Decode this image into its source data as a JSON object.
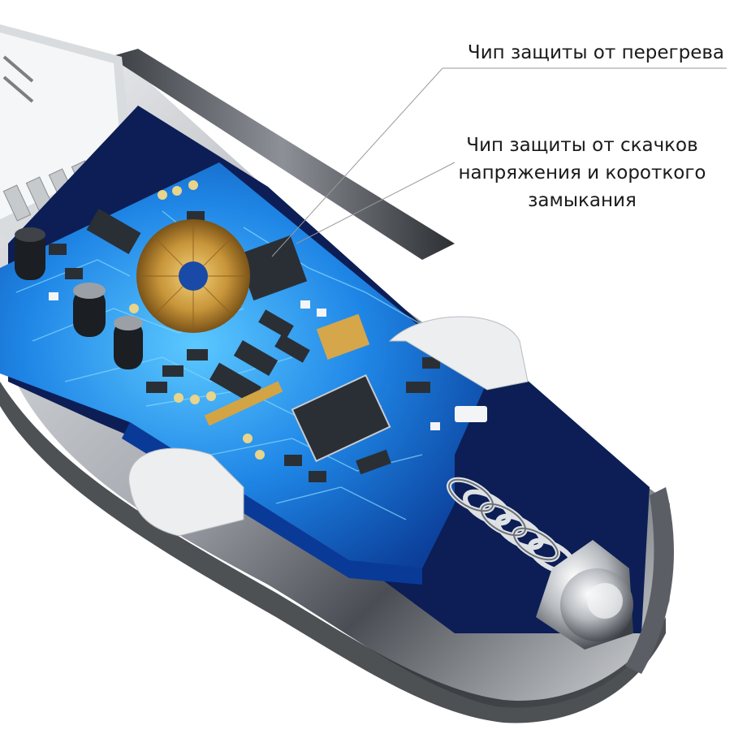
{
  "callouts": {
    "overheat": "Чип защиты от перегрева",
    "surge_line1": "Чип защиты от скачков",
    "surge_line2": "напряжения и короткого",
    "surge_line3": "замыкания"
  },
  "colors": {
    "pcb_blue": "#1d7fe0",
    "pcb_glow": "#43b6ff",
    "metal": "#c9ccd1",
    "chip": "#2a2f36",
    "gold": "#d3a444"
  }
}
